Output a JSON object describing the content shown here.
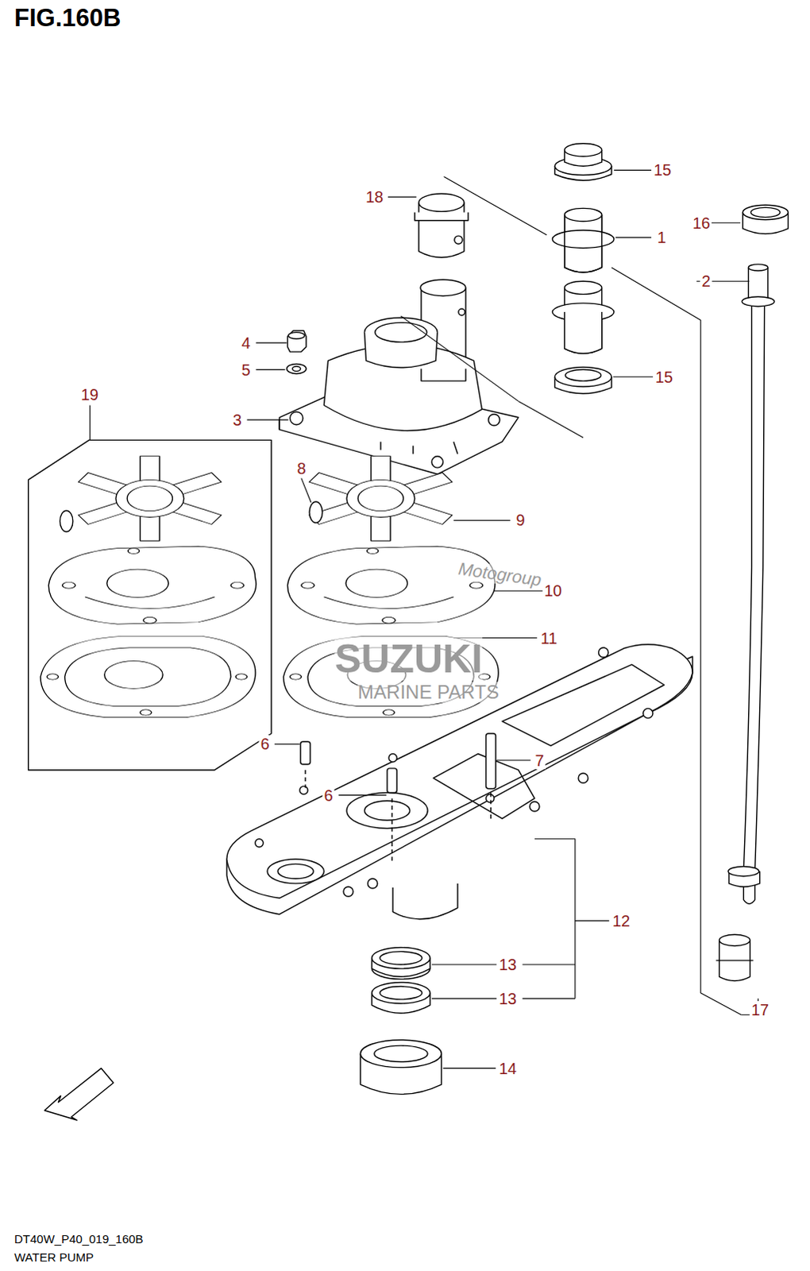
{
  "diagram": {
    "title": "FIG.160B",
    "caption": "WATER PUMP",
    "labels": [
      "15",
      "18",
      "16",
      "1",
      "2",
      "4",
      "5",
      "15",
      "19",
      "3",
      "8",
      "9",
      "Motogroup",
      "10",
      "11",
      "SUZUKI",
      "MARINE PARTS",
      "6",
      "7",
      "6",
      "12",
      "13",
      "13",
      "17",
      "14",
      "DT40W_P40_019_160B"
    ]
  }
}
